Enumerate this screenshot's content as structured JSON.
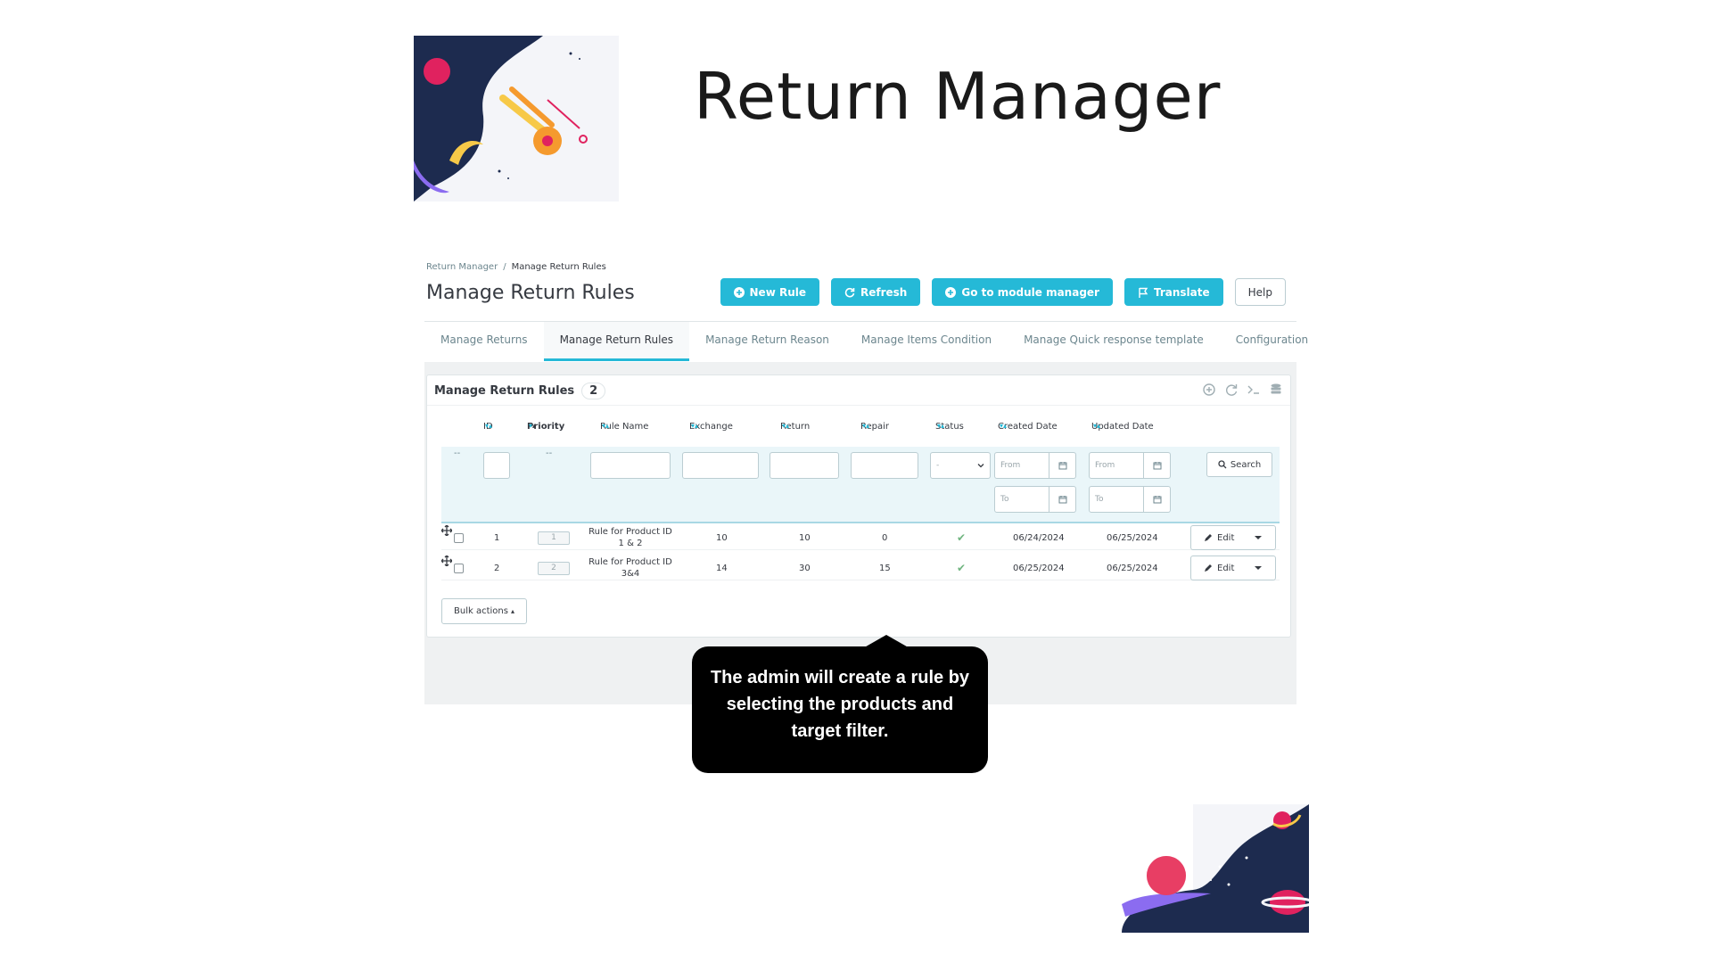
{
  "slide": {
    "title": "Return Manager"
  },
  "breadcrumb": {
    "parent": "Return Manager",
    "separator": "/",
    "current": "Manage Return Rules"
  },
  "page": {
    "title": "Manage Return Rules"
  },
  "toolbar": {
    "new_rule": "New Rule",
    "refresh": "Refresh",
    "module_manager": "Go to module manager",
    "translate": "Translate",
    "help": "Help"
  },
  "tabs": [
    {
      "label": "Manage Returns"
    },
    {
      "label": "Manage Return Rules",
      "active": true
    },
    {
      "label": "Manage Return Reason"
    },
    {
      "label": "Manage Items Condition"
    },
    {
      "label": "Manage Quick response template"
    },
    {
      "label": "Configuration"
    }
  ],
  "card": {
    "title": "Manage Return Rules",
    "count": "2"
  },
  "columns": {
    "id": "ID",
    "priority": "Priority",
    "rule_name": "Rule Name",
    "exchange": "Exchange",
    "return": "Return",
    "repair": "Repair",
    "status": "Status",
    "created": "Created Date",
    "updated": "Updated Date"
  },
  "filters": {
    "empty": "--",
    "status_placeholder": "-",
    "from": "From",
    "to": "To",
    "search": "Search"
  },
  "rows": [
    {
      "id": "1",
      "priority": "1",
      "rule_name": "Rule for Product ID 1 & 2",
      "exchange": "10",
      "return": "10",
      "repair": "0",
      "created": "06/24/2024",
      "updated": "06/25/2024",
      "edit": "Edit"
    },
    {
      "id": "2",
      "priority": "2",
      "rule_name": "Rule for Product ID 3&4",
      "exchange": "14",
      "return": "30",
      "repair": "15",
      "created": "06/25/2024",
      "updated": "06/25/2024",
      "edit": "Edit"
    }
  ],
  "bulk_actions": "Bulk actions",
  "callout": {
    "text": "The admin will create a rule by selecting the products and target filter."
  },
  "colors": {
    "accent": "#25b9d7",
    "callout": "#000000",
    "status_ok": "#70b580"
  }
}
